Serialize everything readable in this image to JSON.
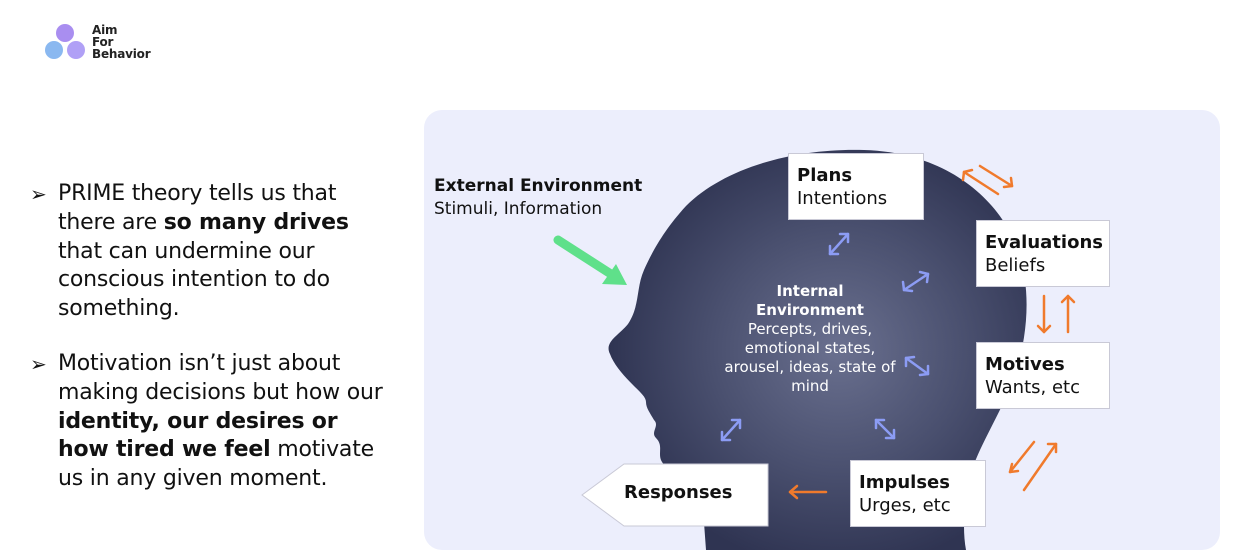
{
  "logo": {
    "lines": [
      "Aim",
      "For",
      "Behavior"
    ]
  },
  "bullets": [
    {
      "parts": [
        {
          "text": "PRIME theory tells us that there are ",
          "bold": false
        },
        {
          "text": "so many drives",
          "bold": true
        },
        {
          "text": " that can undermine our conscious intention to do something.",
          "bold": false
        }
      ]
    },
    {
      "parts": [
        {
          "text": "Motivation isn’t just about making decisions but how our ",
          "bold": false
        },
        {
          "text": "identity, our desires or how tired we feel",
          "bold": true
        },
        {
          "text": " motivate us in any given moment.",
          "bold": false
        }
      ]
    }
  ],
  "diagram": {
    "external": {
      "title": "External Environment",
      "text": "Stimuli, Information"
    },
    "plans": {
      "title": "Plans",
      "text": "Intentions"
    },
    "evaluations": {
      "title": "Evaluations",
      "text": "Beliefs"
    },
    "motives": {
      "title": "Motives",
      "text": "Wants, etc"
    },
    "impulses": {
      "title": "Impulses",
      "text": "Urges, etc"
    },
    "responses": {
      "title": "Responses"
    },
    "internal": {
      "title": "Internal Environment",
      "text": "Percepts, drives, emotional states, arousel, ideas, state of mind"
    },
    "colors": {
      "panel": "#eceefc",
      "head": "#3a4060",
      "head_glow": "#6a708f",
      "inner_arrows": "#8c9cf4",
      "outer_arrows": "#f07a2c",
      "external_arrow": "#5fe08a",
      "logo": [
        "#a98ef0",
        "#8ab8f0",
        "#b0a0f6"
      ]
    }
  }
}
